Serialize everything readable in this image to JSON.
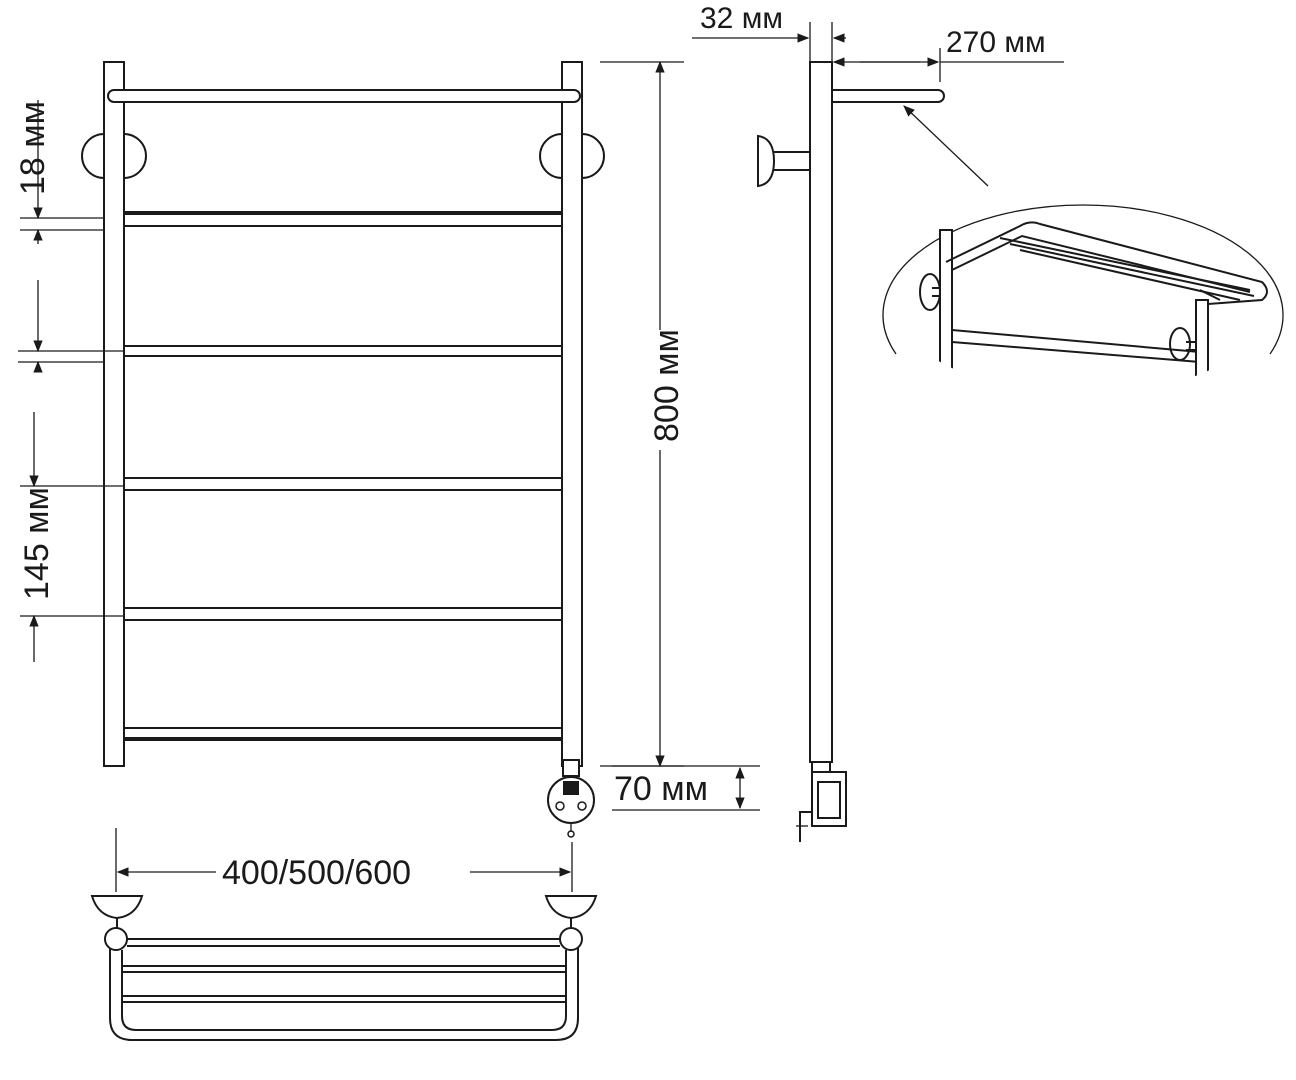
{
  "dimensions": {
    "rail_spacing_small": "18 мм",
    "rail_spacing_large": "145 мм",
    "total_height": "800 мм",
    "heater_offset": "70 мм",
    "width_options": "400/500/600",
    "tube_diameter": "32 мм",
    "shelf_depth": "270 мм"
  },
  "colors": {
    "line": "#1a1a1a",
    "background": "#ffffff"
  }
}
